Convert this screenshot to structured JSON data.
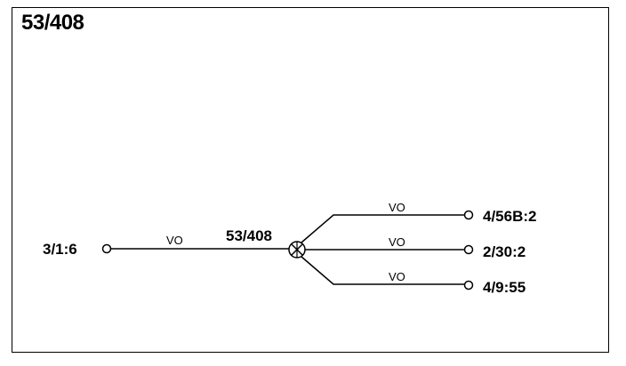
{
  "diagram": {
    "title": "53/408",
    "splice_label": "53/408",
    "source": {
      "label": "3/1:6",
      "wire": "VO"
    },
    "branches": [
      {
        "label": "4/56B:2",
        "wire": "VO"
      },
      {
        "label": "2/30:2",
        "wire": "VO"
      },
      {
        "label": "4/9:55",
        "wire": "VO"
      }
    ]
  }
}
